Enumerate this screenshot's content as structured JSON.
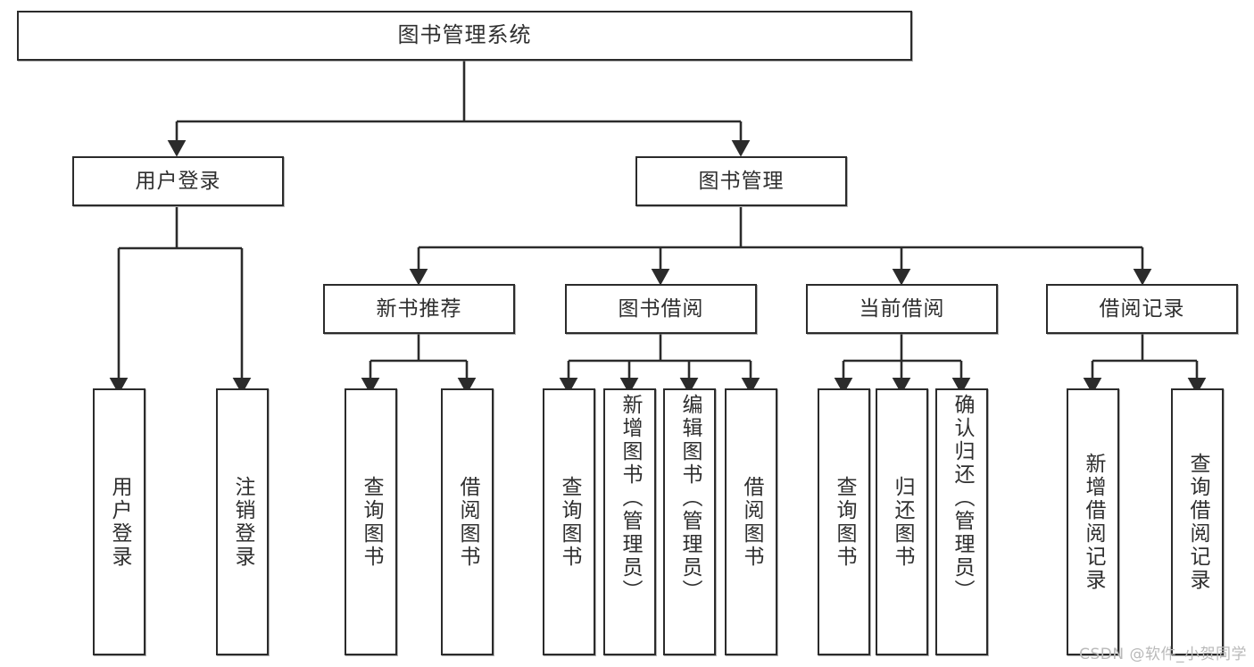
{
  "diagram": {
    "title": "图书管理系统",
    "type": "tree",
    "colors": {
      "stroke": "#2b2b2b",
      "fill": "#ffffff",
      "text": "#2f2f2f",
      "watermark": "#b9b9b9"
    },
    "nodes": {
      "root": {
        "label": "图书管理系统"
      },
      "level2": [
        {
          "label": "用户登录"
        },
        {
          "label": "图书管理"
        }
      ],
      "level3": [
        {
          "label": "新书推荐"
        },
        {
          "label": "图书借阅"
        },
        {
          "label": "当前借阅"
        },
        {
          "label": "借阅记录"
        }
      ],
      "leaves": {
        "user_login": [
          {
            "label": "用户登录"
          },
          {
            "label": "注销登录"
          }
        ],
        "new_book_recommend": [
          {
            "label": "查询图书"
          },
          {
            "label": "借阅图书"
          }
        ],
        "book_borrow": [
          {
            "label": "查询图书"
          },
          {
            "label": "新增图书（管理员）"
          },
          {
            "label": "编辑图书（管理员）"
          },
          {
            "label": "借阅图书"
          }
        ],
        "current_borrow": [
          {
            "label": "查询图书"
          },
          {
            "label": "归还图书"
          },
          {
            "label": "确认归还（管理员）"
          }
        ],
        "borrow_record": [
          {
            "label": "新增借阅记录"
          },
          {
            "label": "查询借阅记录"
          }
        ]
      }
    },
    "watermark": "CSDN @软件_小贺同学"
  }
}
